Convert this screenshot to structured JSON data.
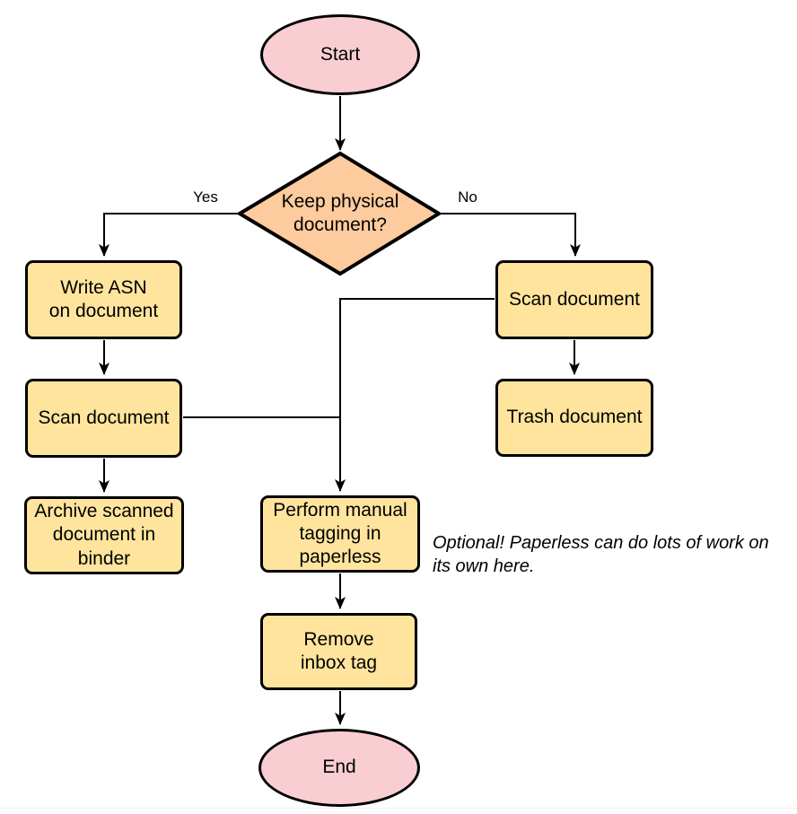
{
  "diagram": {
    "nodes": {
      "start": {
        "label": "Start",
        "type": "terminator"
      },
      "decision": {
        "label": "Keep physical\ndocument?",
        "type": "decision"
      },
      "write_asn": {
        "label": "Write ASN\non document",
        "type": "process"
      },
      "scan_left": {
        "label": "Scan document",
        "type": "process"
      },
      "archive": {
        "label": "Archive scanned\ndocument in\nbinder",
        "type": "process"
      },
      "scan_right": {
        "label": "Scan document",
        "type": "process"
      },
      "trash": {
        "label": "Trash document",
        "type": "process"
      },
      "tagging": {
        "label": "Perform manual\ntagging in\npaperless",
        "type": "process"
      },
      "remove_inbox": {
        "label": "Remove\ninbox tag",
        "type": "process"
      },
      "end": {
        "label": "End",
        "type": "terminator"
      }
    },
    "edge_labels": {
      "yes": "Yes",
      "no": "No"
    },
    "annotation": "Optional! Paperless can do lots of work on\nits own here.",
    "colors": {
      "terminator_fill": "#f8ced2",
      "decision_fill": "#fdcb9d",
      "process_fill": "#ffe49d",
      "stroke": "#000000",
      "background": "#ffffff"
    }
  }
}
